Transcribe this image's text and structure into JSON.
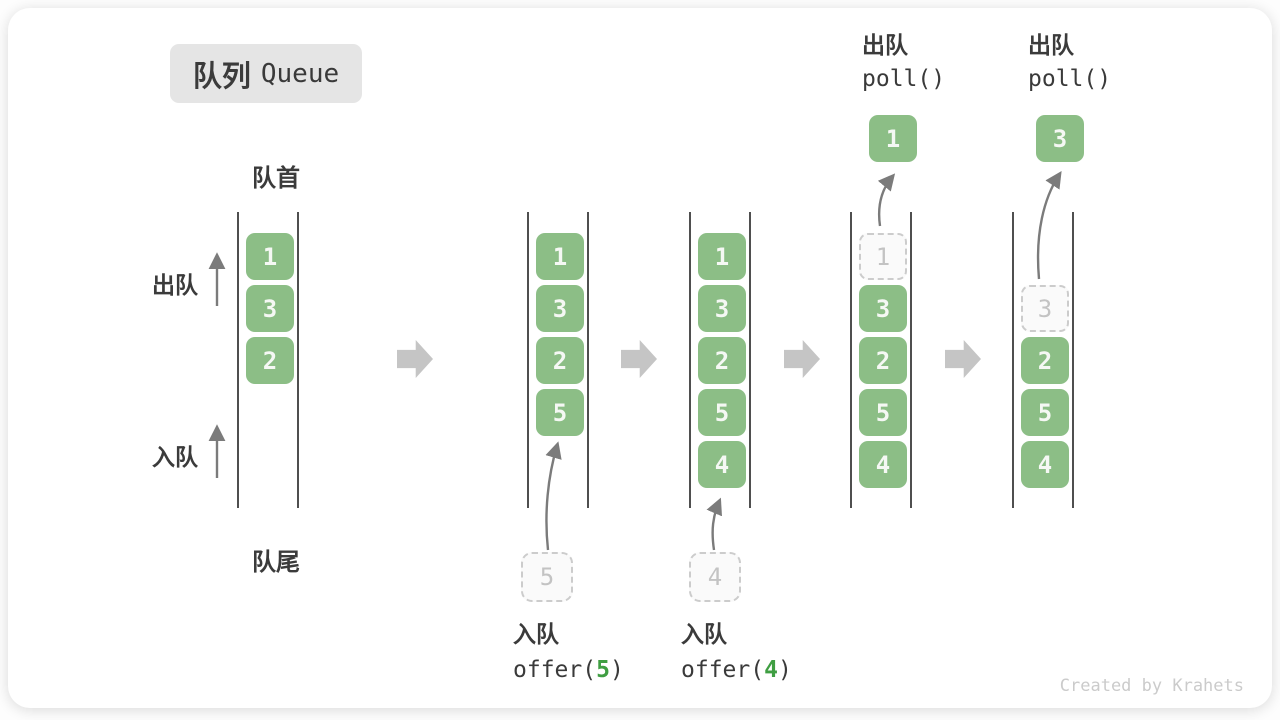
{
  "title": {
    "zh": "队列",
    "en": "Queue"
  },
  "labels": {
    "front": "队首",
    "rear": "队尾",
    "dequeue": "出队",
    "enqueue": "入队"
  },
  "states": {
    "s1": {
      "items": {
        "a0": "1",
        "a1": "3",
        "a2": "2"
      }
    },
    "s2": {
      "items": {
        "a0": "1",
        "a1": "3",
        "a2": "2",
        "a3": "5"
      },
      "incoming": "5"
    },
    "s3": {
      "items": {
        "a0": "1",
        "a1": "3",
        "a2": "2",
        "a3": "5",
        "a4": "4"
      },
      "incoming": "4"
    },
    "s4": {
      "removed": "1",
      "items": {
        "a1": "3",
        "a2": "2",
        "a3": "5",
        "a4": "4"
      },
      "popped": "1"
    },
    "s5": {
      "removed": "3",
      "items": {
        "a2": "2",
        "a3": "5",
        "a4": "4"
      },
      "popped": "3"
    }
  },
  "operations": {
    "enq5": {
      "label": "入队",
      "open": "offer(",
      "arg": "5",
      "close": ")"
    },
    "enq4": {
      "label": "入队",
      "open": "offer(",
      "arg": "4",
      "close": ")"
    },
    "deq1": {
      "label": "出队",
      "code": "poll()"
    },
    "deq3": {
      "label": "出队",
      "code": "poll()"
    }
  },
  "watermark": "Created by Krahets",
  "colors": {
    "box_green": "#8CBE86",
    "box_text": "#F5F8F4",
    "arg_green": "#3F9E42",
    "text_dark": "#3B3B3B",
    "code_dark": "#3A3A3A",
    "ghost_border": "#CCCCCC",
    "ghost_text": "#C3C3C3",
    "ghost_bg": "#FAFAFA",
    "wall_gray": "#4F4F4F",
    "flow_gray": "#C5C5C5",
    "thin_arrow": "#7B7B7B",
    "badge_bg": "#E5E5E5",
    "watermark": "#CBCBCB"
  }
}
